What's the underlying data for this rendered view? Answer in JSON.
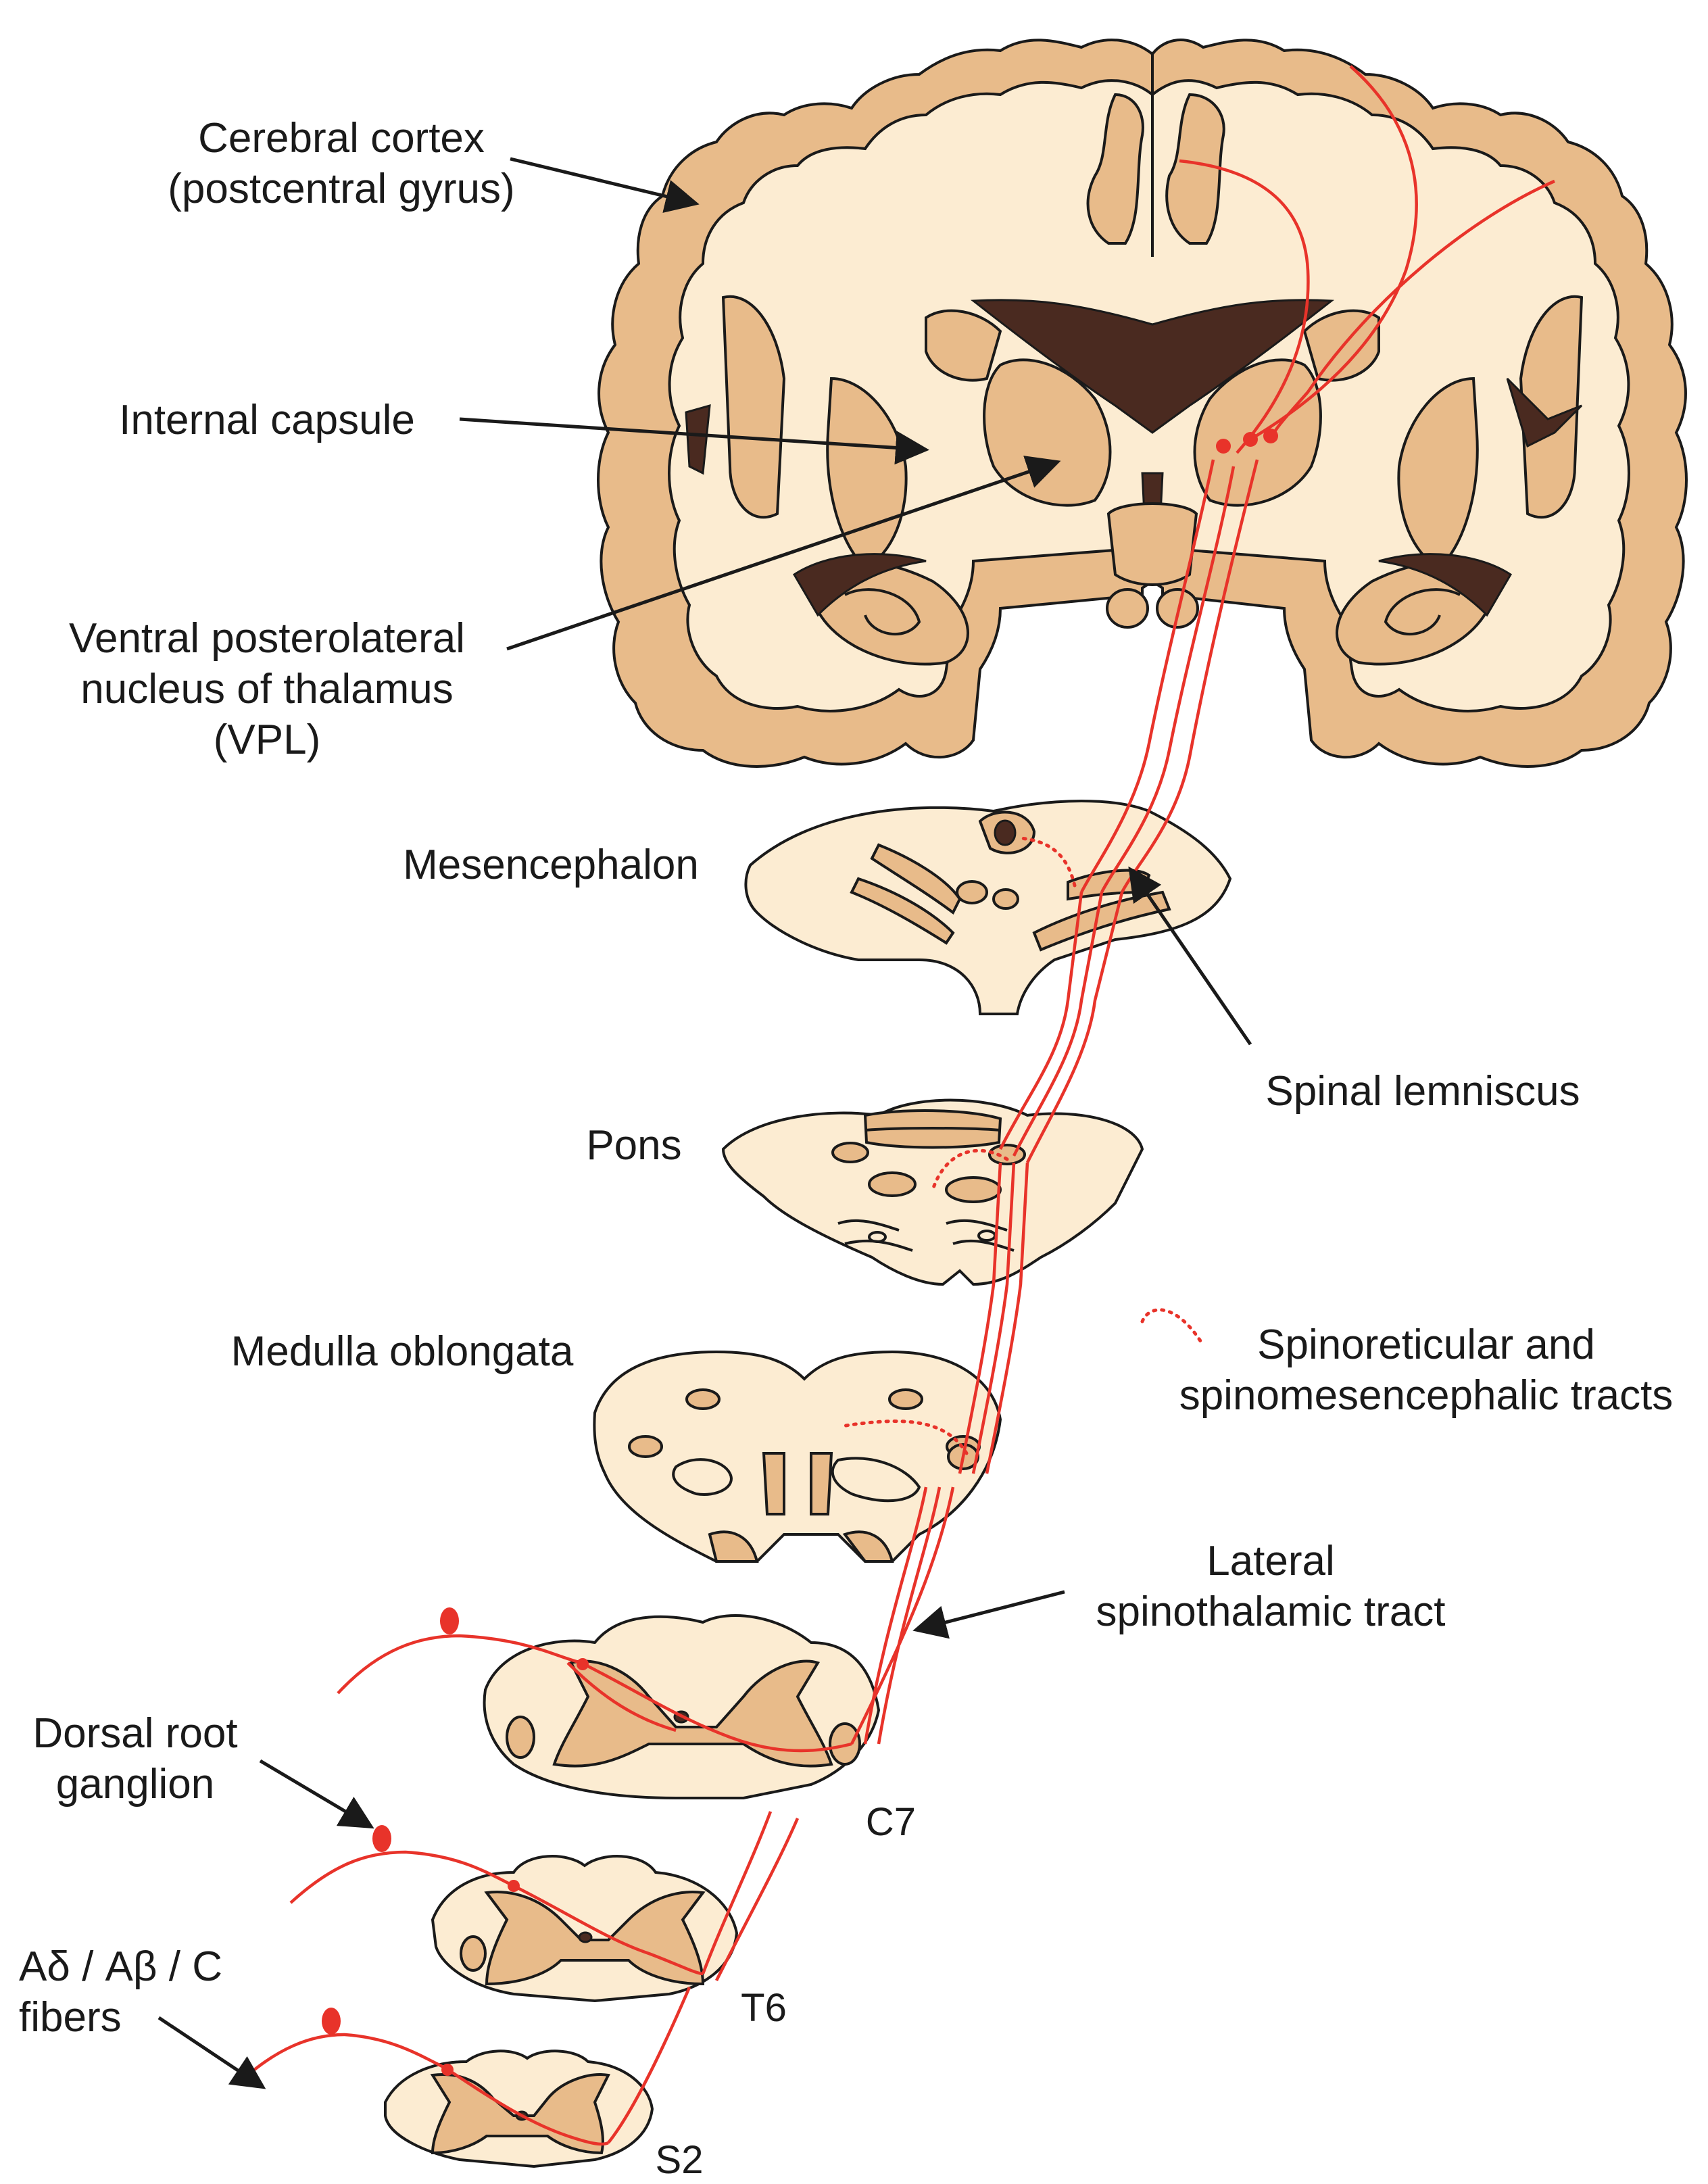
{
  "labels": {
    "cortex_line1": "Cerebral cortex",
    "cortex_line2": "(postcentral gyrus)",
    "internal_capsule": "Internal capsule",
    "vpl_line1": "Ventral posterolateral",
    "vpl_line2": "nucleus of thalamus",
    "vpl_line3": "(VPL)",
    "mesencephalon": "Mesencephalon",
    "spinal_lemniscus": "Spinal lemniscus",
    "pons": "Pons",
    "legend_line1": "Spinoreticular and",
    "legend_line2": "spinomesencephalic tracts",
    "medulla": "Medulla oblongata",
    "lst_line1": "Lateral",
    "lst_line2": "spinothalamic tract",
    "drg_line1": "Dorsal root",
    "drg_line2": "ganglion",
    "fibers_line1": "Aδ / Aβ / C",
    "fibers_line2": "fibers",
    "c7": "C7",
    "t6": "T6",
    "s2": "S2"
  },
  "colors": {
    "pale_tissue": "#fcecd2",
    "gray_matter": "#e8bb8a",
    "ventricle": "#4a2a20",
    "tract": "#e8332a",
    "outline": "#1a1a1a"
  }
}
